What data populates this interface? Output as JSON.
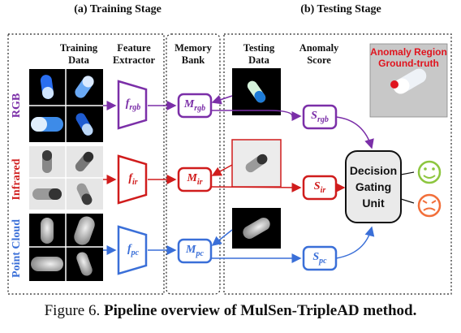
{
  "stages": {
    "training": "(a) Training Stage",
    "testing": "(b) Testing Stage"
  },
  "columns": {
    "training_data": [
      "Training",
      "Data"
    ],
    "feature_extractor": [
      "Feature",
      "Extractor"
    ],
    "memory_bank": [
      "Memory",
      "Bank"
    ],
    "testing_data": [
      "Testing",
      "Data"
    ],
    "anomaly_score": [
      "Anomaly",
      "Score"
    ]
  },
  "modalities": [
    {
      "label": "RGB",
      "color": "#7b2fa8",
      "extractor": "f",
      "bank": "M",
      "score": "S",
      "sub": "rgb"
    },
    {
      "label": "Infrared",
      "color": "#d01c1c",
      "extractor": "f",
      "bank": "M",
      "score": "S",
      "sub": "ir"
    },
    {
      "label": "Point Cloud",
      "color": "#3a6fd8",
      "extractor": "f",
      "bank": "M",
      "score": "S",
      "sub": "pc"
    }
  ],
  "gate": [
    "Decision",
    "Gating",
    "Unit"
  ],
  "ground_truth": [
    "Anomaly Region",
    "Ground-truth"
  ],
  "outcomes": {
    "good_icon": "smiley-face-icon",
    "bad_icon": "angry-face-icon",
    "good_color": "#8dc63f",
    "bad_color": "#f26f3a"
  },
  "caption": {
    "prefix": "Figure 6. ",
    "title": "Pipeline overview of MulSen-TripleAD method."
  }
}
